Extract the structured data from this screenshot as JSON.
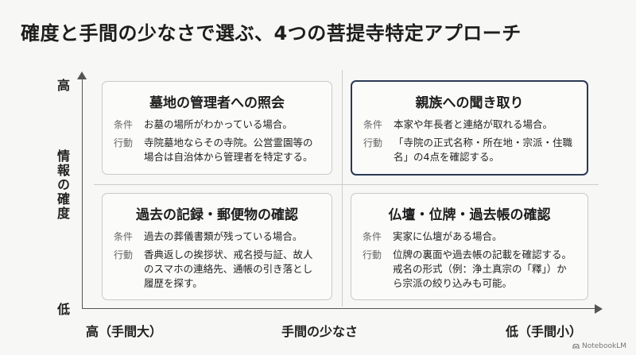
{
  "title": "確度と手間の少なさで選ぶ、4つの菩提寺特定アプローチ",
  "axes": {
    "y_high": "高",
    "y_low": "低",
    "y_label": "情報の確度",
    "x_high": "高（手間大）",
    "x_label": "手間の少なさ",
    "x_low": "低（手間小）"
  },
  "quadrants": [
    {
      "title": "墓地の管理者への照会",
      "condition_label": "条件",
      "condition": "お墓の場所がわかっている場合。",
      "action_label": "行動",
      "action": "寺院墓地ならその寺院。公営霊園等の場合は自治体から管理者を特定する。"
    },
    {
      "title": "親族への聞き取り",
      "condition_label": "条件",
      "condition": "本家や年長者と連絡が取れる場合。",
      "action_label": "行動",
      "action": "「寺院の正式名称・所在地・宗派・住職名」の4点を確認する。"
    },
    {
      "title": "過去の記録・郵便物の確認",
      "condition_label": "条件",
      "condition": "過去の葬儀書類が残っている場合。",
      "action_label": "行動",
      "action": "香典返しの挨拶状、戒名授与証、故人のスマホの連絡先、通帳の引き落とし履歴を探す。"
    },
    {
      "title": "仏壇・位牌・過去帳の確認",
      "condition_label": "条件",
      "condition": "実家に仏壇がある場合。",
      "action_label": "行動",
      "action": "位牌の裏面や過去帳の記載を確認する。戒名の形式（例：浄土真宗の「釋」）から宗派の絞り込みも可能。"
    }
  ],
  "footer": "NotebookLM"
}
